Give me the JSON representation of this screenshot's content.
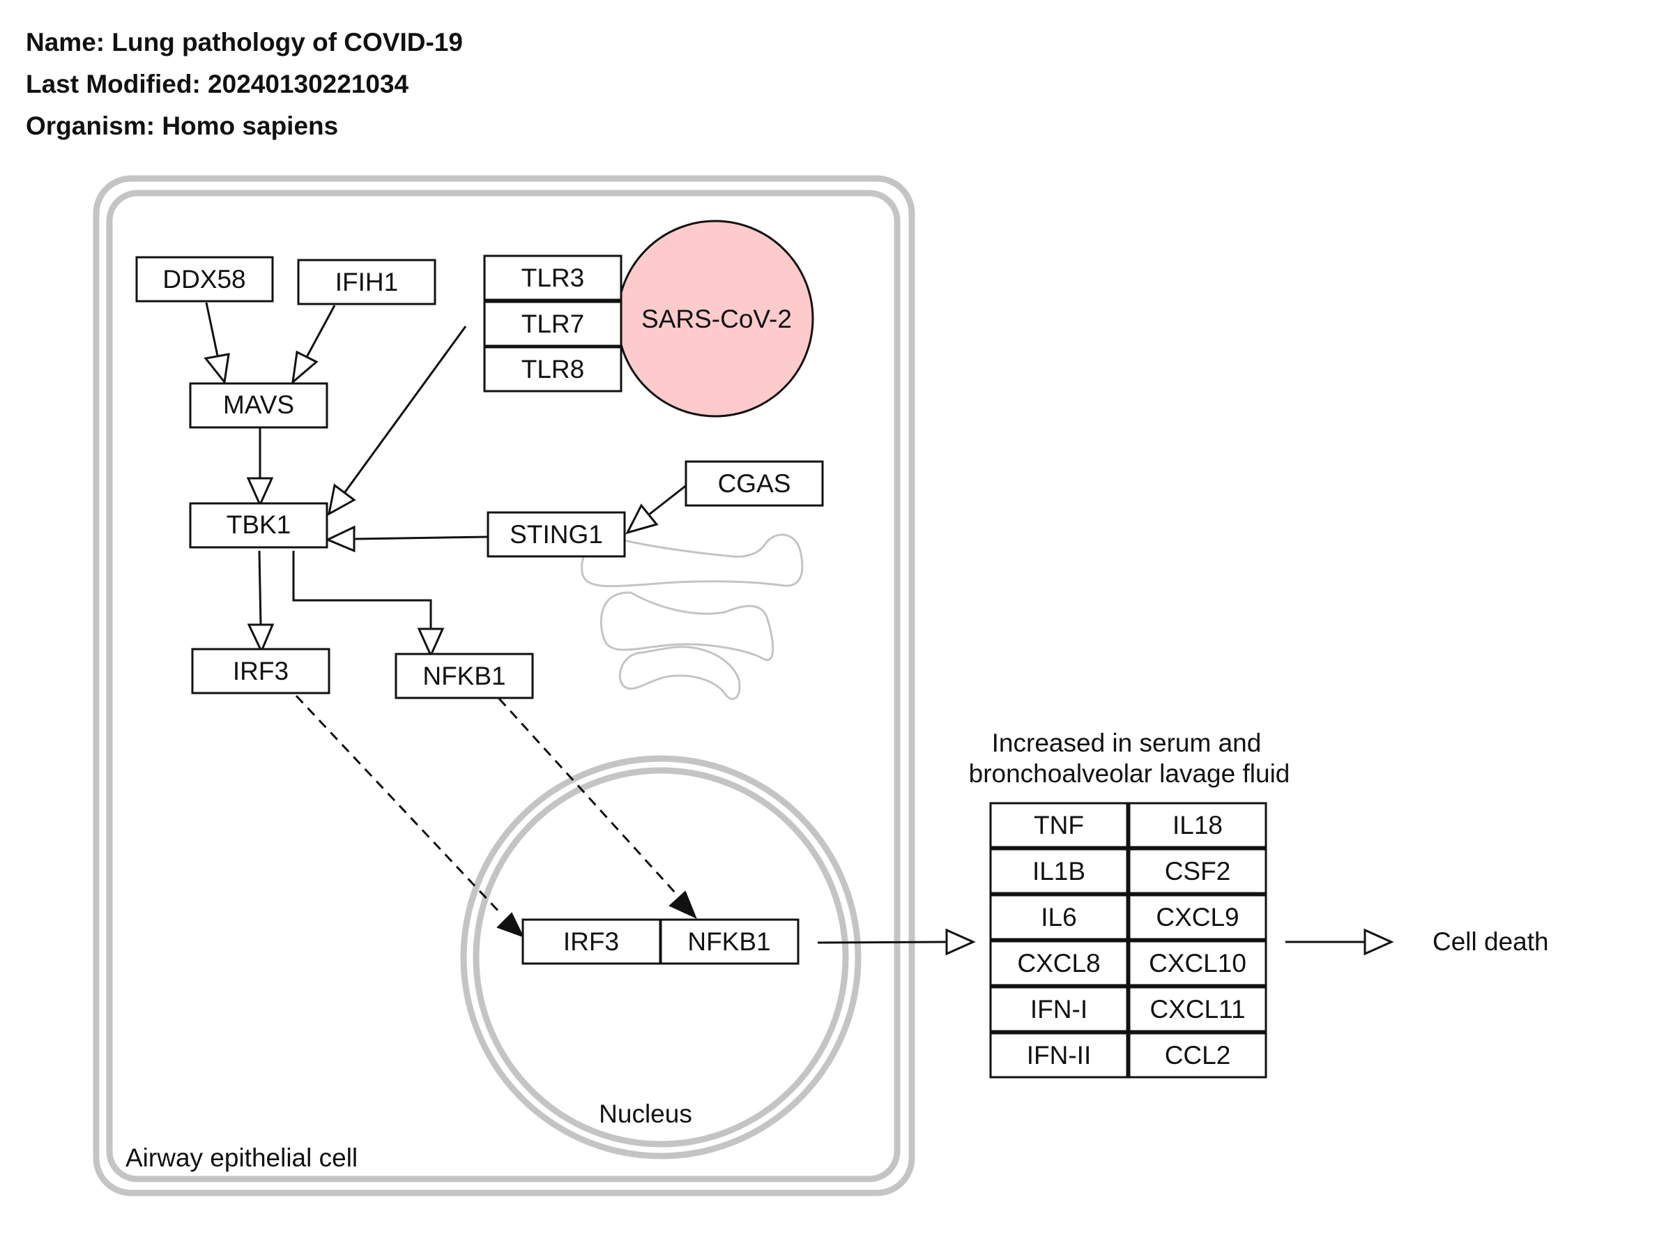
{
  "header": {
    "name": "Name: Lung pathology of COVID-19",
    "modified": "Last Modified: 20240130221034",
    "organism": "Organism: Homo sapiens"
  },
  "compartments": {
    "cell": "Airway epithelial cell",
    "nucleus": "Nucleus"
  },
  "virus": {
    "label": "SARS-CoV-2",
    "fill": "#fdcbcb"
  },
  "nodes": {
    "ddx58": "DDX58",
    "ifih1": "IFIH1",
    "mavs": "MAVS",
    "tbk1": "TBK1",
    "tlr3": "TLR3",
    "tlr7": "TLR7",
    "tlr8": "TLR8",
    "cgas": "CGAS",
    "sting1": "STING1",
    "irf3": "IRF3",
    "nfkb1": "NFKB1",
    "irf3_nuc": "IRF3",
    "nfkb1_nuc": "NFKB1"
  },
  "serum_group": {
    "title_line1": "Increased in serum and",
    "title_line2": "bronchoalveolar lavage fluid",
    "left": [
      "TNF",
      "IL1B",
      "IL6",
      "CXCL8",
      "IFN-I",
      "IFN-II"
    ],
    "right": [
      "IL18",
      "CSF2",
      "CXCL9",
      "CXCL10",
      "CXCL11",
      "CCL2"
    ]
  },
  "outcome": "Cell death"
}
